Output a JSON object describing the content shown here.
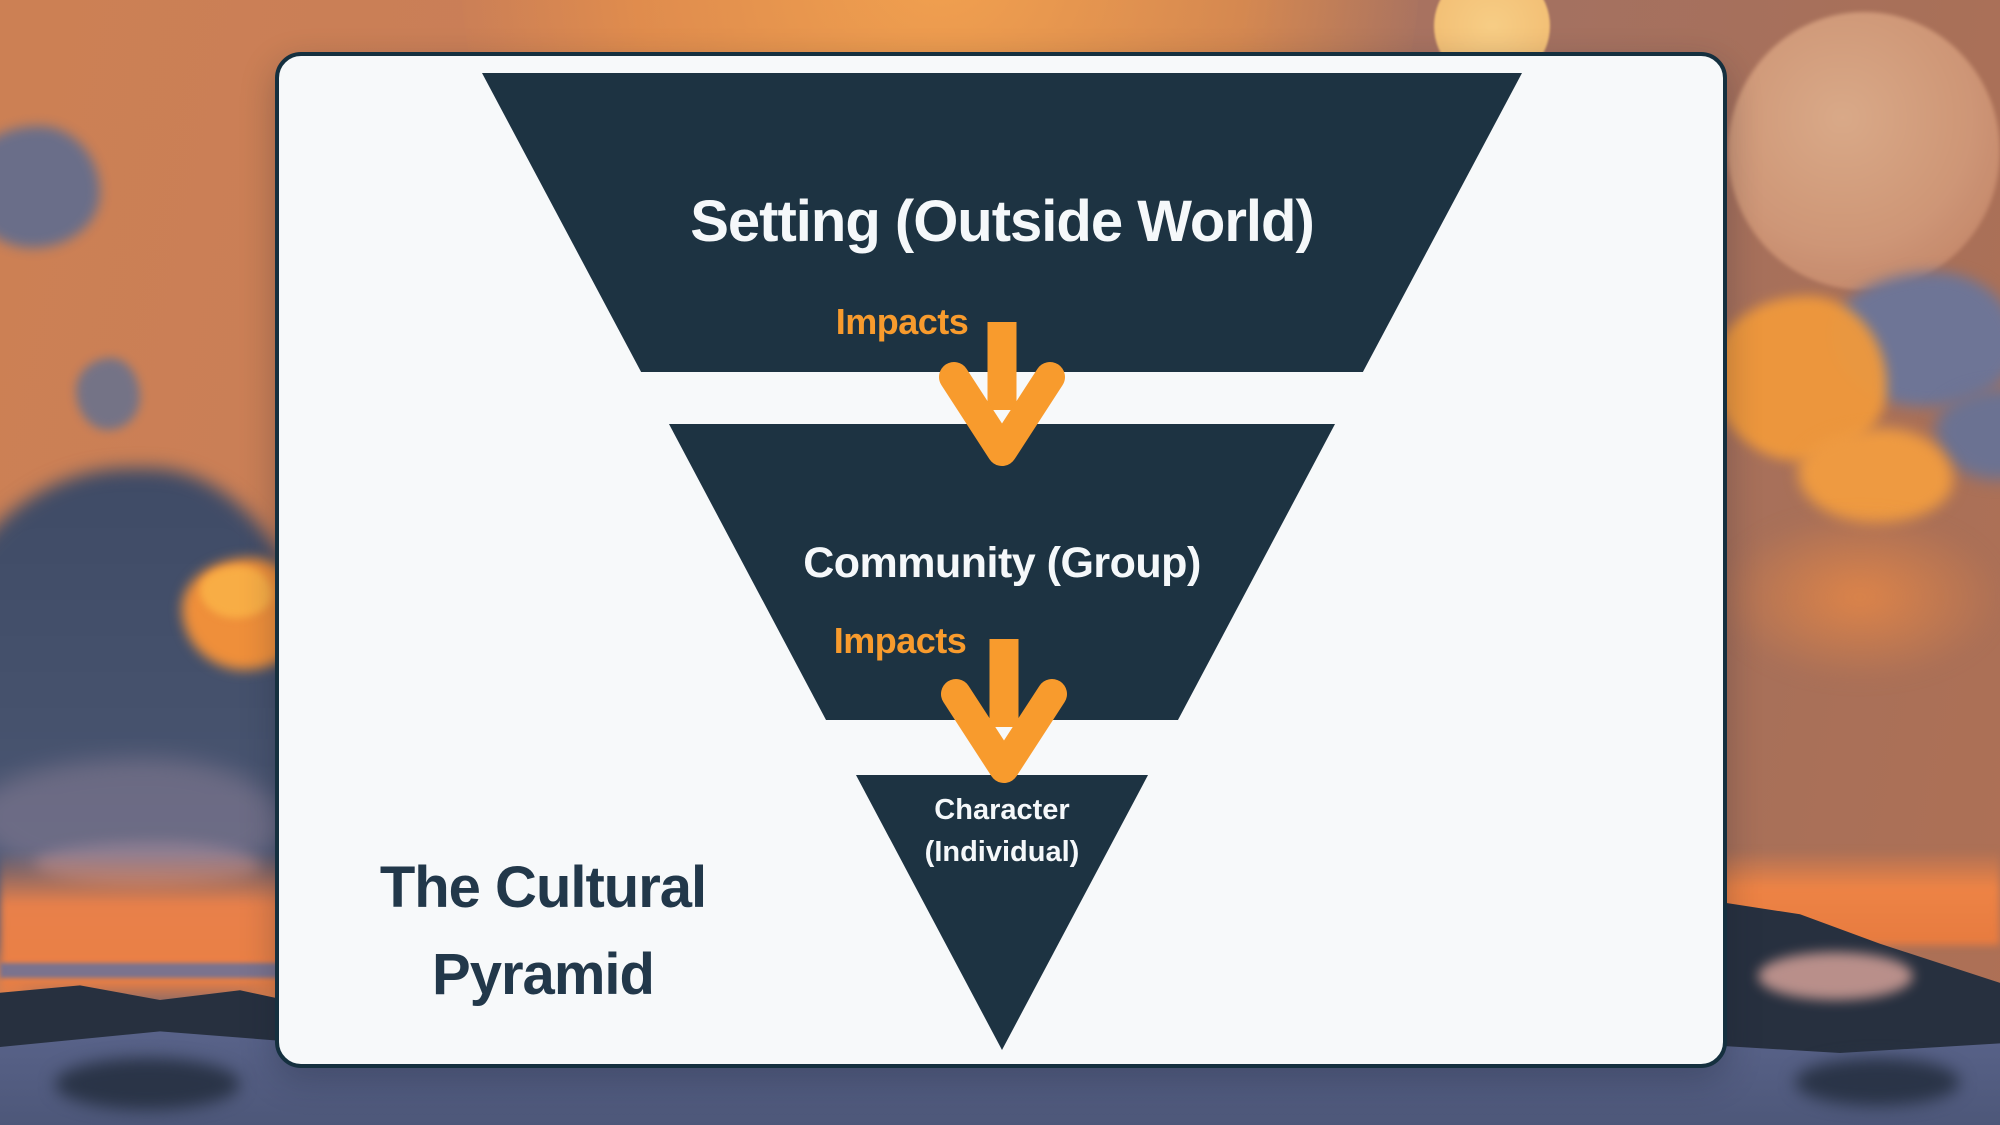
{
  "slide": {
    "title": "The Cultural Pyramid",
    "funnel": {
      "tiers": [
        {
          "label": "Setting (Outside World)"
        },
        {
          "label": "Community (Group)"
        },
        {
          "label": "Character (Individual)"
        }
      ],
      "connectors": [
        {
          "label": "Impacts",
          "icon": "arrow-down-icon"
        },
        {
          "label": "Impacts",
          "icon": "arrow-down-icon"
        }
      ]
    },
    "colors": {
      "tier_fill": "#1D3342",
      "accent_orange": "#F89B2D",
      "card_background": "#F7F9FA",
      "title_color": "#22384A"
    }
  }
}
